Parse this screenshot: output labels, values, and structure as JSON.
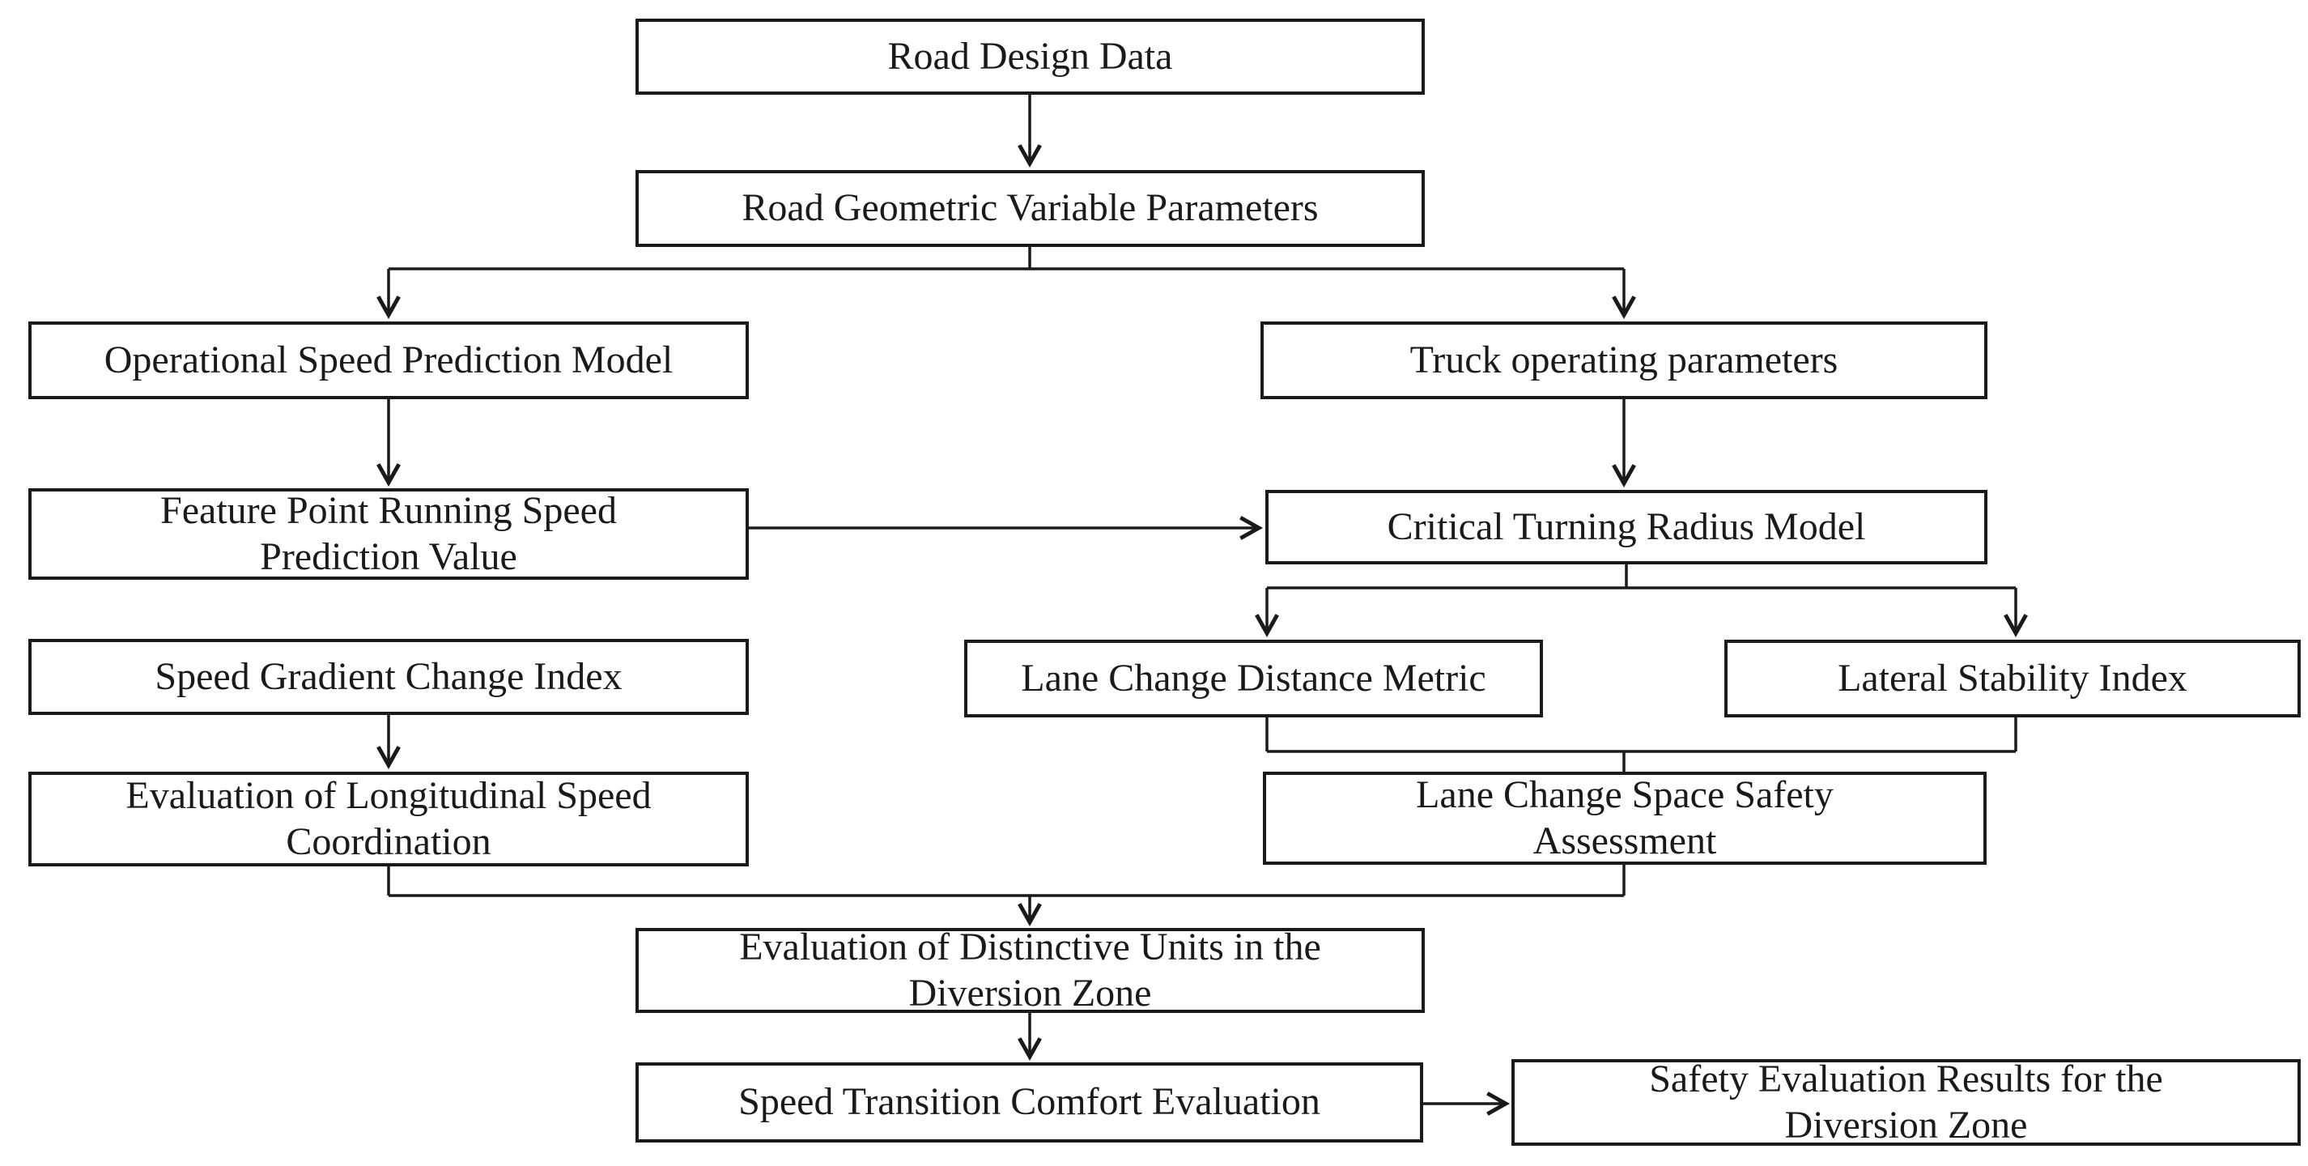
{
  "diagram": {
    "type": "flowchart",
    "background_color": "#ffffff",
    "line_color": "#1a1a1a",
    "text_color": "#1a1a1a",
    "box_fill_color": "#ffffff",
    "nodes": [
      {
        "id": "road-design-data",
        "label": "Road Design Data"
      },
      {
        "id": "road-geometric-variable-parameters",
        "label": "Road Geometric Variable Parameters"
      },
      {
        "id": "operational-speed-prediction-model",
        "label": "Operational Speed Prediction Model"
      },
      {
        "id": "truck-operating-parameters",
        "label": "Truck operating parameters"
      },
      {
        "id": "feature-point-running-speed-prediction-value",
        "label": "Feature Point Running Speed\nPrediction Value"
      },
      {
        "id": "critical-turning-radius-model",
        "label": "Critical Turning Radius Model"
      },
      {
        "id": "speed-gradient-change-index",
        "label": "Speed Gradient Change Index"
      },
      {
        "id": "lane-change-distance-metric",
        "label": "Lane Change Distance Metric"
      },
      {
        "id": "lateral-stability-index",
        "label": "Lateral Stability Index"
      },
      {
        "id": "evaluation-of-longitudinal-speed-coordination",
        "label": "Evaluation of Longitudinal Speed\nCoordination"
      },
      {
        "id": "lane-change-space-safety-assessment",
        "label": "Lane Change Space Safety\nAssessment"
      },
      {
        "id": "evaluation-of-distinctive-units-in-the-diversion-zone",
        "label": "Evaluation of Distinctive Units in the\nDiversion Zone"
      },
      {
        "id": "speed-transition-comfort-evaluation",
        "label": "Speed Transition Comfort Evaluation"
      },
      {
        "id": "safety-evaluation-results-for-the-diversion-zone",
        "label": "Safety Evaluation Results for the\nDiversion Zone"
      }
    ],
    "edges": [
      {
        "from": "road-design-data",
        "to": "road-geometric-variable-parameters",
        "arrow": true
      },
      {
        "from": "road-geometric-variable-parameters",
        "to": "operational-speed-prediction-model",
        "arrow": true
      },
      {
        "from": "road-geometric-variable-parameters",
        "to": "truck-operating-parameters",
        "arrow": true
      },
      {
        "from": "operational-speed-prediction-model",
        "to": "feature-point-running-speed-prediction-value",
        "arrow": true
      },
      {
        "from": "truck-operating-parameters",
        "to": "critical-turning-radius-model",
        "arrow": true
      },
      {
        "from": "feature-point-running-speed-prediction-value",
        "to": "critical-turning-radius-model",
        "arrow": true
      },
      {
        "from": "critical-turning-radius-model",
        "to": "lane-change-distance-metric",
        "arrow": true
      },
      {
        "from": "critical-turning-radius-model",
        "to": "lateral-stability-index",
        "arrow": true
      },
      {
        "from": "lane-change-distance-metric",
        "to": "lane-change-space-safety-assessment",
        "arrow": false
      },
      {
        "from": "lateral-stability-index",
        "to": "lane-change-space-safety-assessment",
        "arrow": false
      },
      {
        "from": "speed-gradient-change-index",
        "to": "evaluation-of-longitudinal-speed-coordination",
        "arrow": true
      },
      {
        "from": "evaluation-of-longitudinal-speed-coordination",
        "to": "evaluation-of-distinctive-units-in-the-diversion-zone",
        "arrow": true
      },
      {
        "from": "lane-change-space-safety-assessment",
        "to": "evaluation-of-distinctive-units-in-the-diversion-zone",
        "arrow": true
      },
      {
        "from": "evaluation-of-distinctive-units-in-the-diversion-zone",
        "to": "speed-transition-comfort-evaluation",
        "arrow": true
      },
      {
        "from": "speed-transition-comfort-evaluation",
        "to": "safety-evaluation-results-for-the-diversion-zone",
        "arrow": true
      }
    ]
  }
}
